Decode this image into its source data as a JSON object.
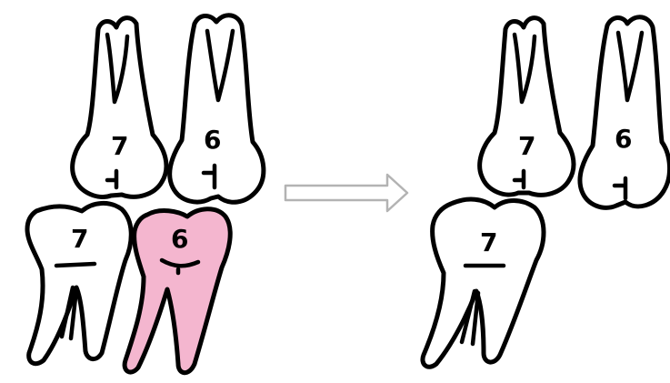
{
  "colors": {
    "outline": "#000000",
    "highlight": "#f4b6cf",
    "arrow": "#b3b3b3",
    "background": "#ffffff"
  },
  "before": {
    "upper_molar_7": "7",
    "upper_molar_6": "6",
    "lower_molar_7": "7",
    "lower_molar_6": "6"
  },
  "after": {
    "upper_molar_7": "7",
    "upper_molar_6": "6",
    "lower_molar_7": "7"
  }
}
